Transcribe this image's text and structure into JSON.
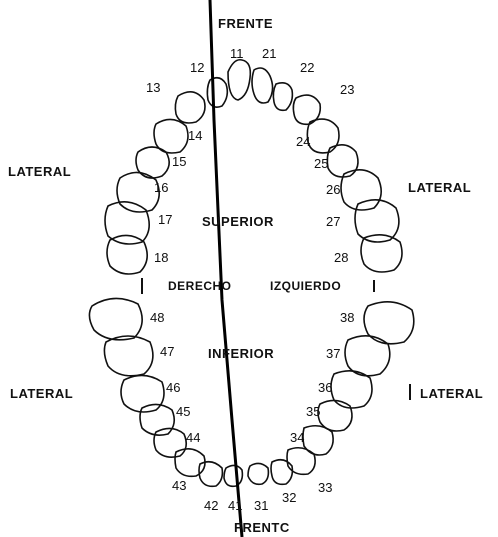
{
  "labels": {
    "top": "FRENTE",
    "bottom": "FRENTC",
    "upper_arch": "SUPERIOR",
    "lower_arch": "INFERIOR",
    "right_side": "DERECHO",
    "left_side": "IZQUIERDO",
    "lateral_upper_left": "LATERAL",
    "lateral_upper_right": "LATERAL",
    "lateral_lower_left": "LATERAL",
    "lateral_lower_right": "LATERAL"
  },
  "upper_teeth": {
    "t11": "11",
    "t21": "21",
    "t12": "12",
    "t22": "22",
    "t13": "13",
    "t23": "23",
    "t14": "14",
    "t24": "24",
    "t15": "15",
    "t25": "25",
    "t16": "16",
    "t26": "26",
    "t17": "17",
    "t27": "27",
    "t18": "18",
    "t28": "28"
  },
  "lower_teeth": {
    "t48": "48",
    "t38": "38",
    "t47": "47",
    "t37": "37",
    "t46": "46",
    "t36": "36",
    "t45": "45",
    "t35": "35",
    "t44": "44",
    "t34": "34",
    "t43": "43",
    "t33": "33",
    "t42": "42",
    "t32": "32",
    "t41": "41",
    "t31": "31"
  },
  "colors": {
    "ink": "#111111",
    "background": "#ffffff"
  }
}
